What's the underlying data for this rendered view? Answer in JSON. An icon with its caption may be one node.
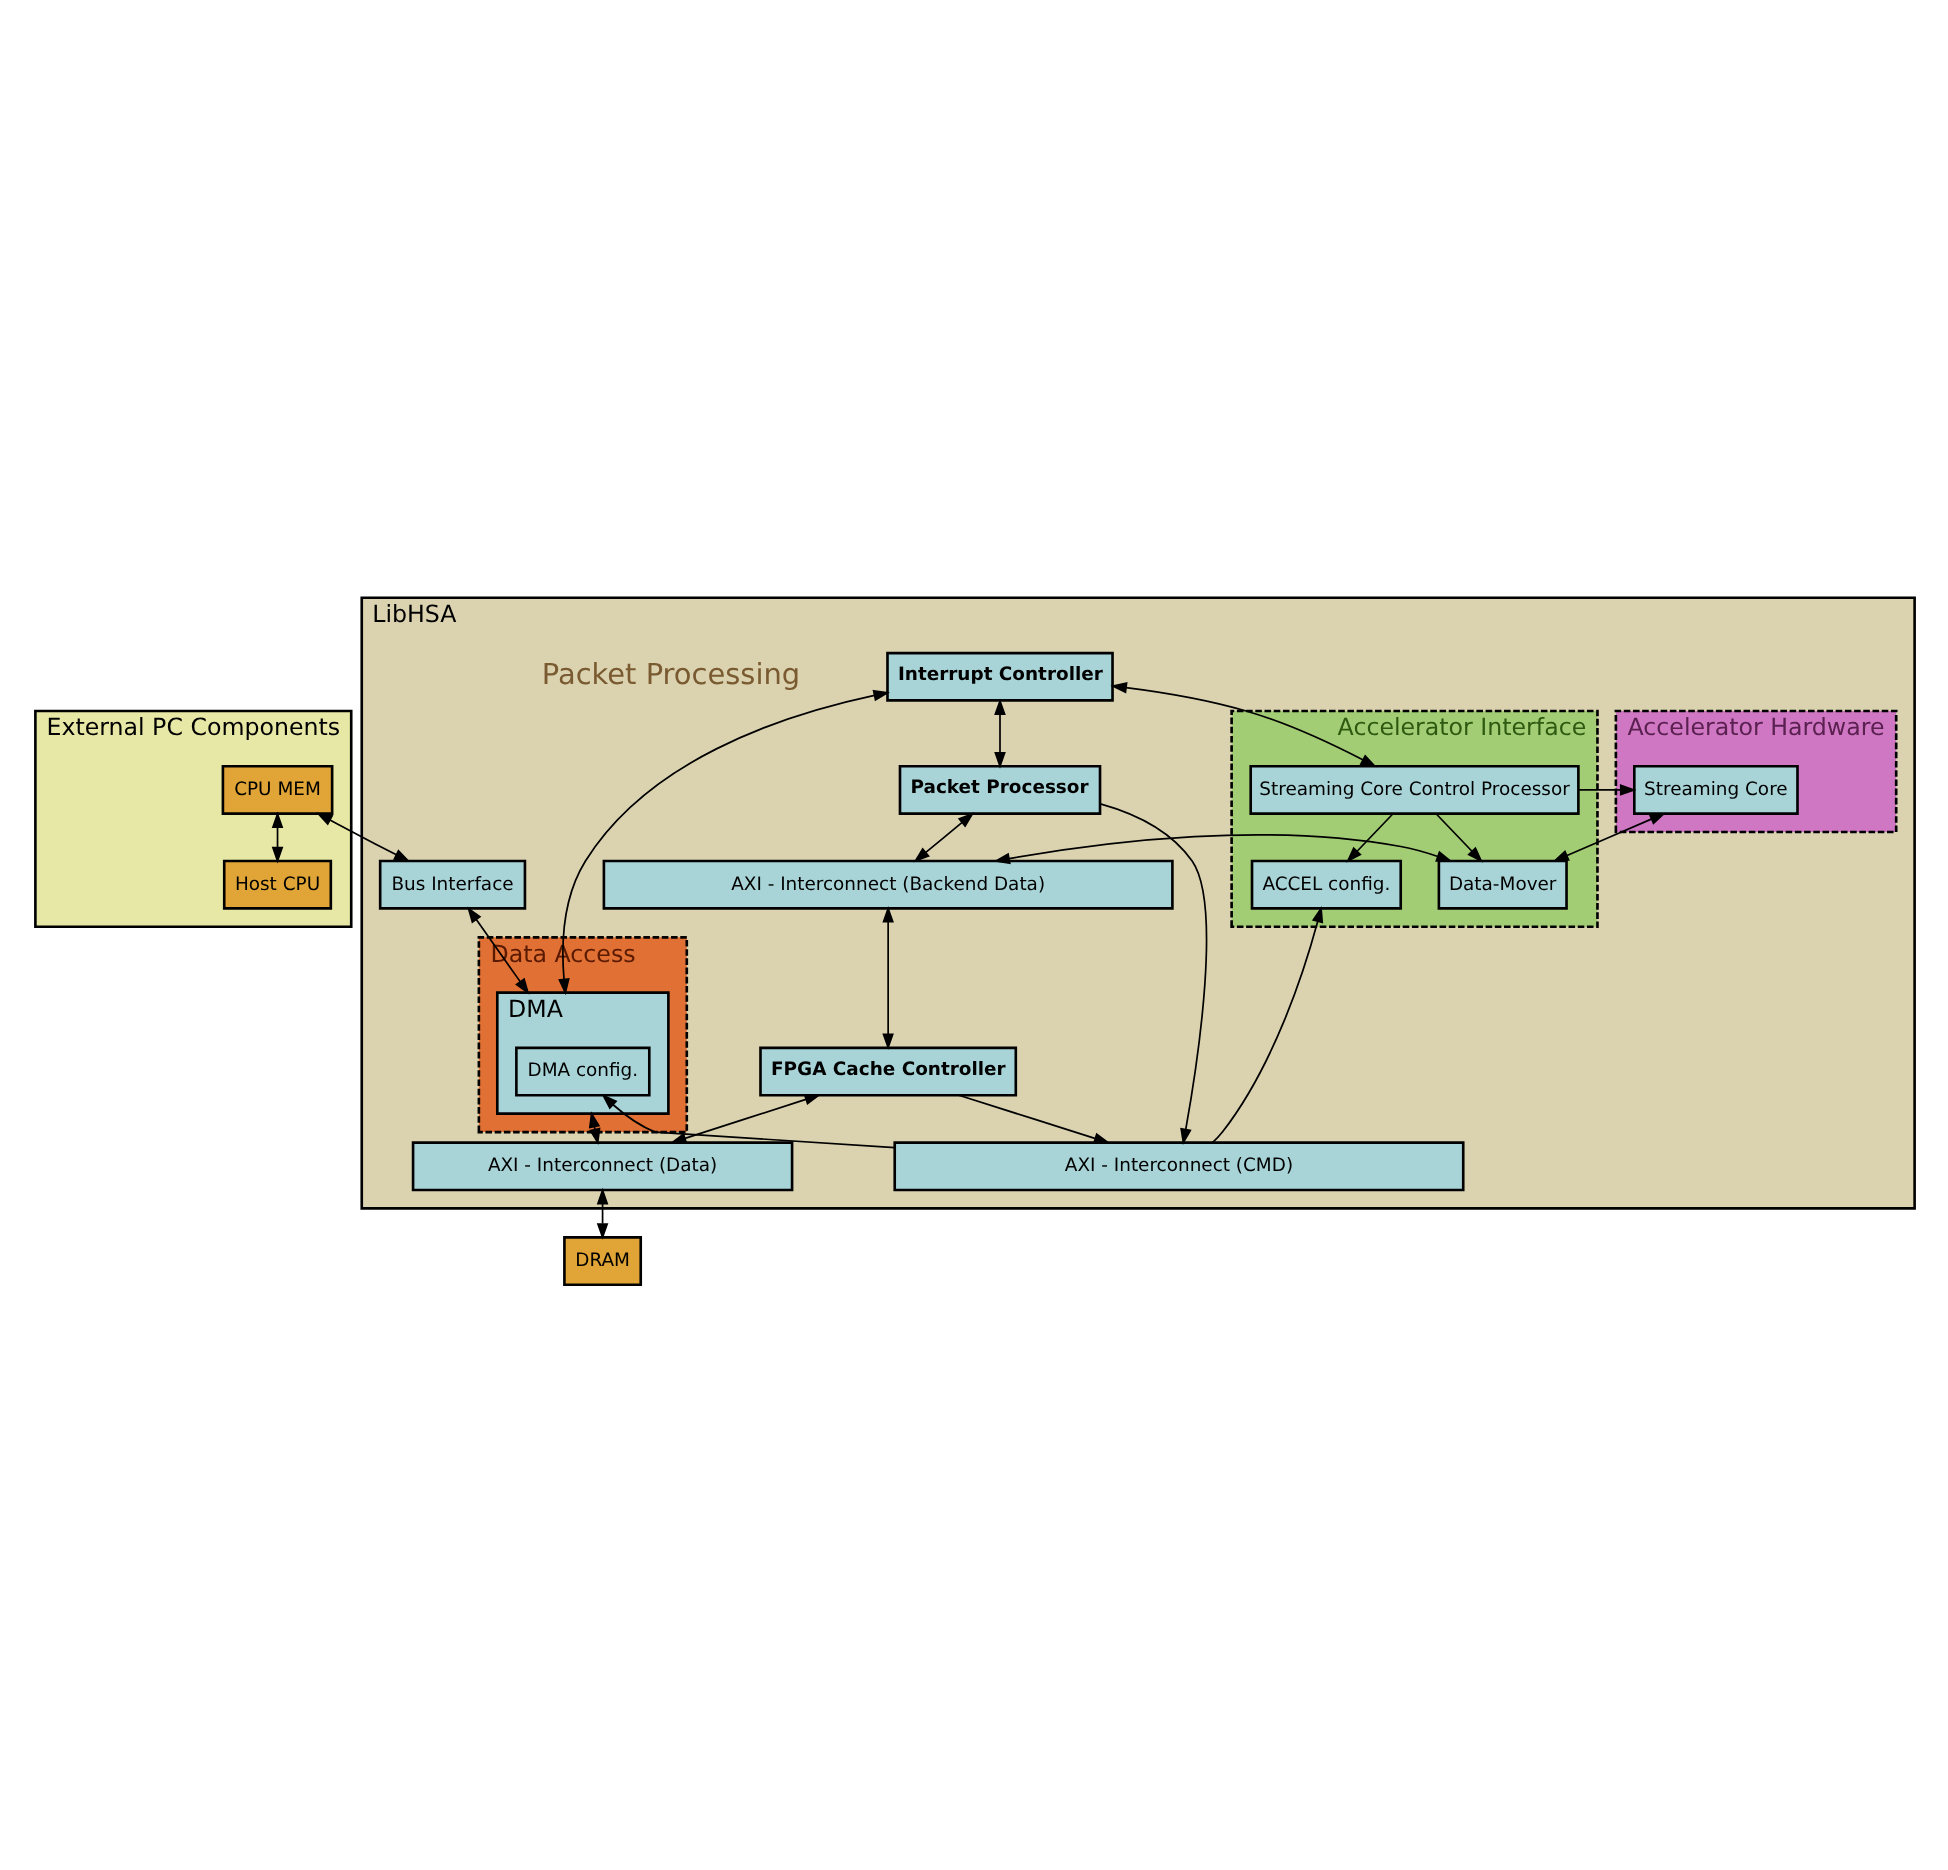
{
  "diagram": {
    "nodes": [
      {
        "text": [
          "External PC Components"
        ]
      },
      {
        "text": [
          "CPU MEM"
        ],
        "in": 0
      },
      {
        "text": [
          "Host CPU"
        ],
        "in": 0
      },
      {
        "text": [
          "LibHSA"
        ]
      },
      {
        "text": [
          "Bus Interface"
        ],
        "in": 3
      },
      {
        "text": [
          "Data Access"
        ],
        "in": 3
      },
      {
        "text": [
          "DMA"
        ],
        "in": 5
      },
      {
        "text": [
          "DMA config."
        ],
        "in": 6
      },
      {
        "text": [
          "Interrupt Controller"
        ],
        "in": 3
      },
      {
        "text": [
          "Accelerator Hardware"
        ],
        "in": 3
      },
      {
        "text": [
          "Streaming Core"
        ],
        "in": 9
      },
      {
        "text": [
          "Accelerator Interface"
        ],
        "in": 3
      },
      {
        "text": [
          "Streaming Core Control Processor"
        ],
        "in": 11
      },
      {
        "text": [
          "Data-Mover"
        ],
        "in": 11
      },
      {
        "text": [
          "ACCEL config."
        ],
        "in": 11
      },
      {
        "text": [
          "Packet Processor"
        ],
        "in": 3
      },
      {
        "text": [
          "AXI - Interconnect (CMD)"
        ],
        "in": 3
      },
      {
        "text": [
          "AXI - Interconnect (Backend Data)"
        ],
        "in": 3
      },
      {
        "text": [
          "FPGA Cache Controller"
        ],
        "in": 3
      },
      {
        "text": [
          "AXI - Interconnect (Data)"
        ],
        "in": 3
      },
      {
        "text": [
          "DRAM"
        ]
      }
    ],
    "edges": [
      {
        "from": 1,
        "to": 4,
        "arrow": "both"
      },
      {
        "from": 1,
        "to": 2,
        "arrow": "both"
      },
      {
        "from": 4,
        "to": 6,
        "arrow": "both"
      },
      {
        "from": 6,
        "to": 8,
        "arrow": "both"
      },
      {
        "from": 8,
        "to": 12,
        "arrow": "both"
      },
      {
        "from": 8,
        "to": 15,
        "arrow": "both"
      },
      {
        "from": 12,
        "to": 10,
        "arrow": "to"
      },
      {
        "from": 10,
        "to": 13,
        "arrow": "both"
      },
      {
        "from": 12,
        "to": 13,
        "arrow": "to"
      },
      {
        "from": 12,
        "to": 14,
        "arrow": "to"
      },
      {
        "from": 16,
        "to": 14,
        "arrow": "to"
      },
      {
        "from": 16,
        "to": 7,
        "arrow": "to"
      },
      {
        "from": 15,
        "to": 16,
        "arrow": "to"
      },
      {
        "from": 15,
        "to": 17,
        "arrow": "both"
      },
      {
        "from": 18,
        "to": 16,
        "arrow": "to"
      },
      {
        "from": 13,
        "to": 17,
        "arrow": "both"
      },
      {
        "from": 6,
        "to": 19,
        "arrow": "both"
      },
      {
        "from": 17,
        "to": 18,
        "arrow": "both"
      },
      {
        "from": 18,
        "to": 19,
        "arrow": "both"
      },
      {
        "from": 19,
        "to": 20,
        "arrow": "both"
      }
    ],
    "labels": [
      "Packet Processing"
    ]
  }
}
